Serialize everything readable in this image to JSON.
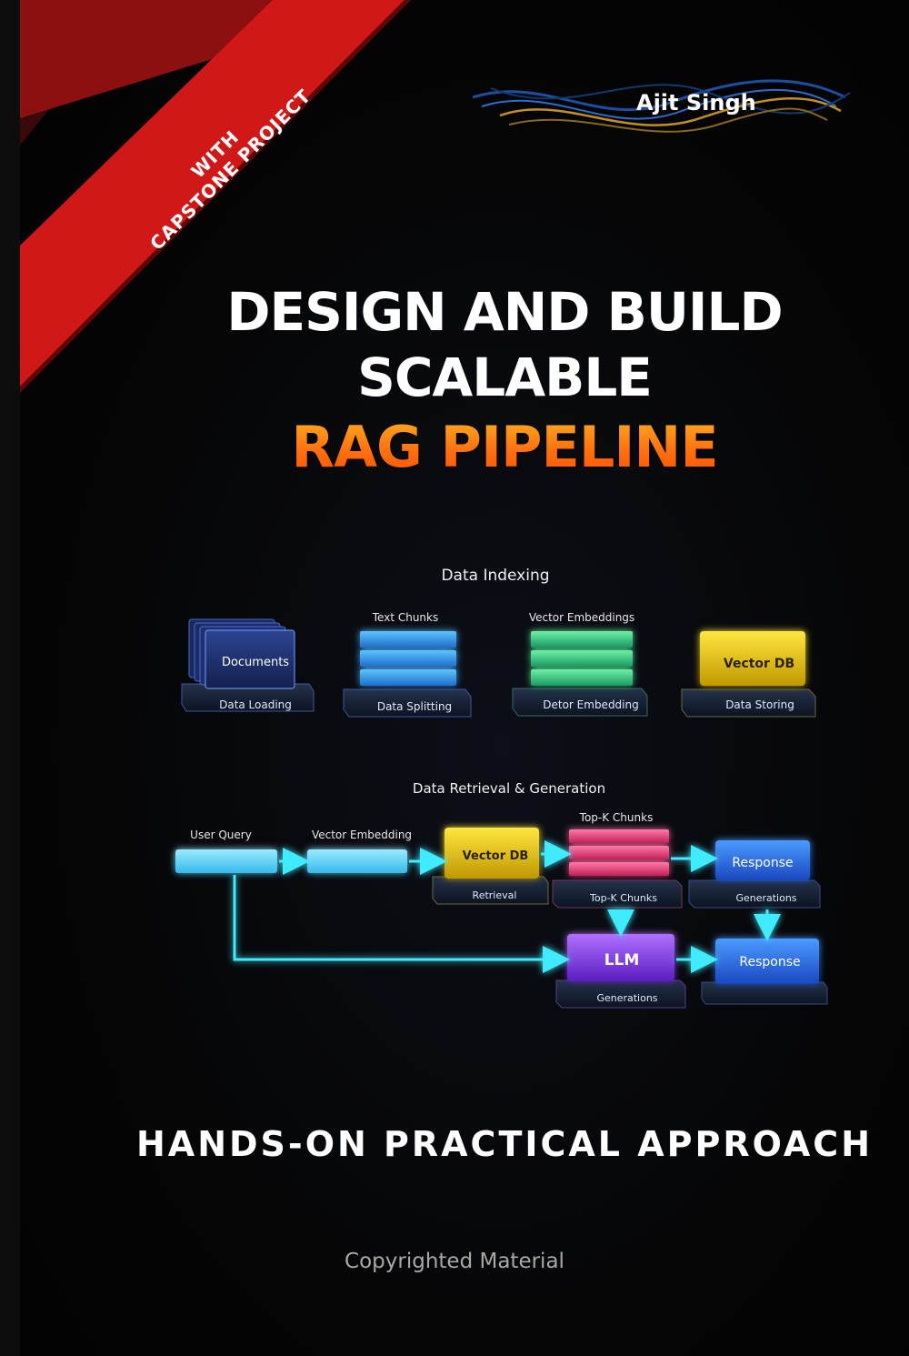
{
  "ribbon": {
    "line1": "WITH",
    "line2": "CAPSTONE PROJECT"
  },
  "author": "Ajit Singh",
  "title": {
    "line1": "DESIGN AND BUILD",
    "line2": "SCALABLE",
    "line3": "RAG PIPELINE"
  },
  "diagram": {
    "indexing": {
      "heading": "Data Indexing",
      "top_labels": [
        "Text Chunks",
        "Vector Embeddings"
      ],
      "blocks": [
        "Documents",
        "Vector DB"
      ],
      "steps": [
        "Data Loading",
        "Data Splitting",
        "Detor Embedding",
        "Data Storing"
      ]
    },
    "retrieval": {
      "heading": "Data Retrieval & Generation",
      "top_labels": [
        "User Query",
        "Vector Embedding",
        "Top-K Chunks"
      ],
      "blocks": [
        "Vector DB",
        "Response",
        "LLM",
        "Response"
      ],
      "steps": [
        "Retrieval",
        "Top-K Chunks",
        "Generations",
        "Generations"
      ]
    }
  },
  "subtitle": "HANDS-ON PRACTICAL APPROACH",
  "footer": "Copyrighted Material",
  "colors": {
    "ribbon_red": "#d01818",
    "ribbon_dark": "#8c1010",
    "title_orange": "#ff7010",
    "glow_cyan": "#20e8ff",
    "block_navy": "#1c2e6a",
    "block_blue": "#2a8ee8",
    "block_green": "#2ec07a",
    "block_yellow": "#e8c400",
    "block_pink": "#e8407a",
    "block_purple": "#8a3ae8",
    "block_response": "#2a66e8"
  }
}
